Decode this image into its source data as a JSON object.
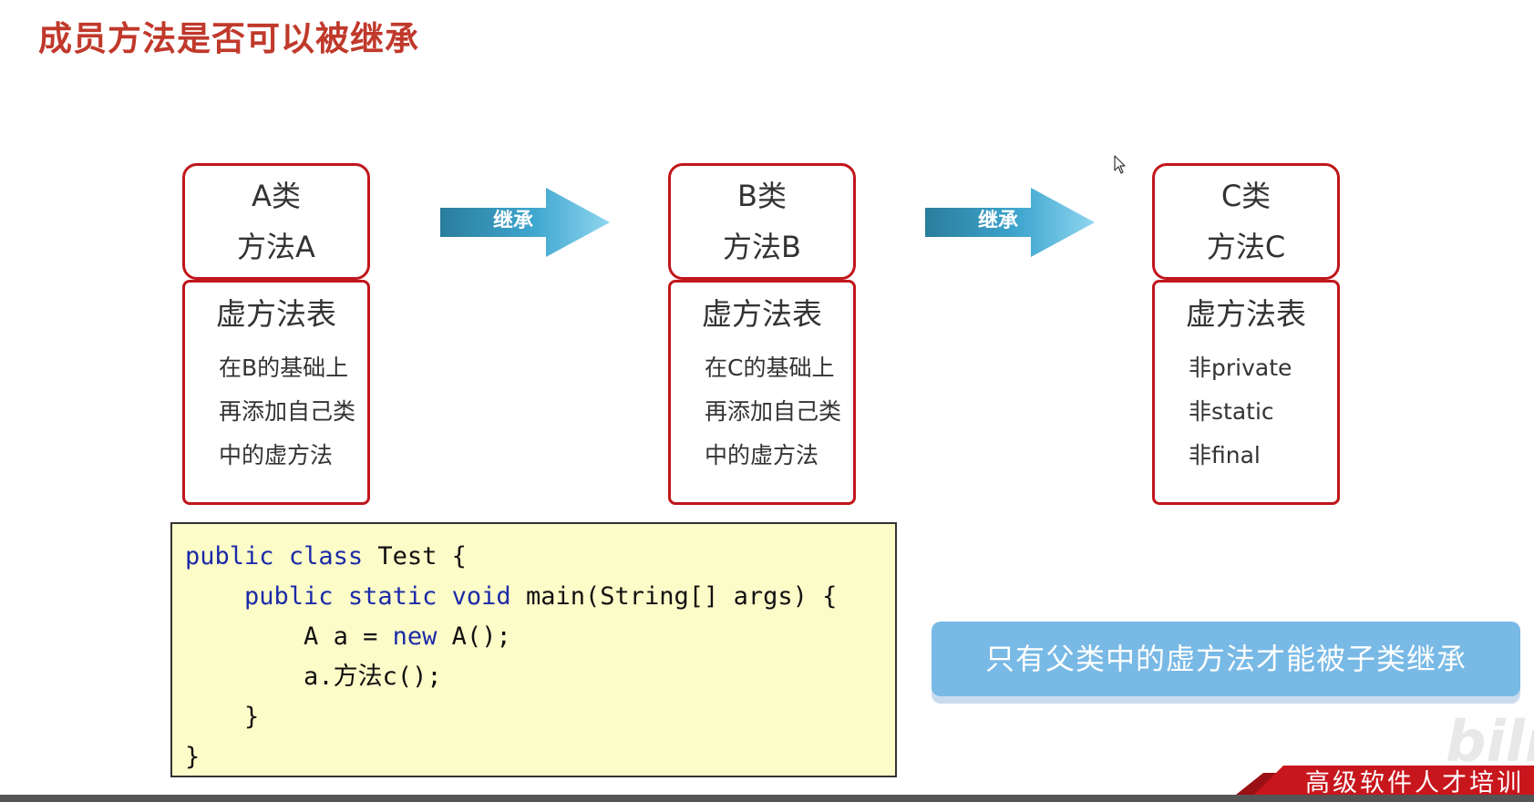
{
  "slide": {
    "title": "成员方法是否可以被继承"
  },
  "classes": [
    {
      "name": "A类",
      "method": "方法A",
      "vtable": {
        "title": "虚方法表",
        "items": [
          "在B的基础上",
          "再添加自己类",
          "中的虚方法"
        ]
      }
    },
    {
      "name": "B类",
      "method": "方法B",
      "vtable": {
        "title": "虚方法表",
        "items": [
          "在C的基础上",
          "再添加自己类",
          "中的虚方法"
        ]
      }
    },
    {
      "name": "C类",
      "method": "方法C",
      "vtable": {
        "title": "虚方法表",
        "items": [
          "非private",
          "非static",
          "非final"
        ]
      }
    }
  ],
  "arrows": [
    {
      "label": "继承"
    },
    {
      "label": "继承"
    }
  ],
  "code": {
    "lines": [
      "public class Test {",
      "    public static void main(String[] args) {",
      "        A a = new A();",
      "        a.方法c();",
      "    }",
      "}"
    ]
  },
  "note": "只有父类中的虚方法才能被子类继承",
  "brand": {
    "text": "高级软件人才培训",
    "watermark": "bili"
  },
  "colors": {
    "title": "#c0392b",
    "box_border": "#c0161c",
    "arrow": "#3a9ec4",
    "code_bg": "#fcfcc9",
    "note_bg": "#78b9e6",
    "brand": "#c8161d"
  }
}
